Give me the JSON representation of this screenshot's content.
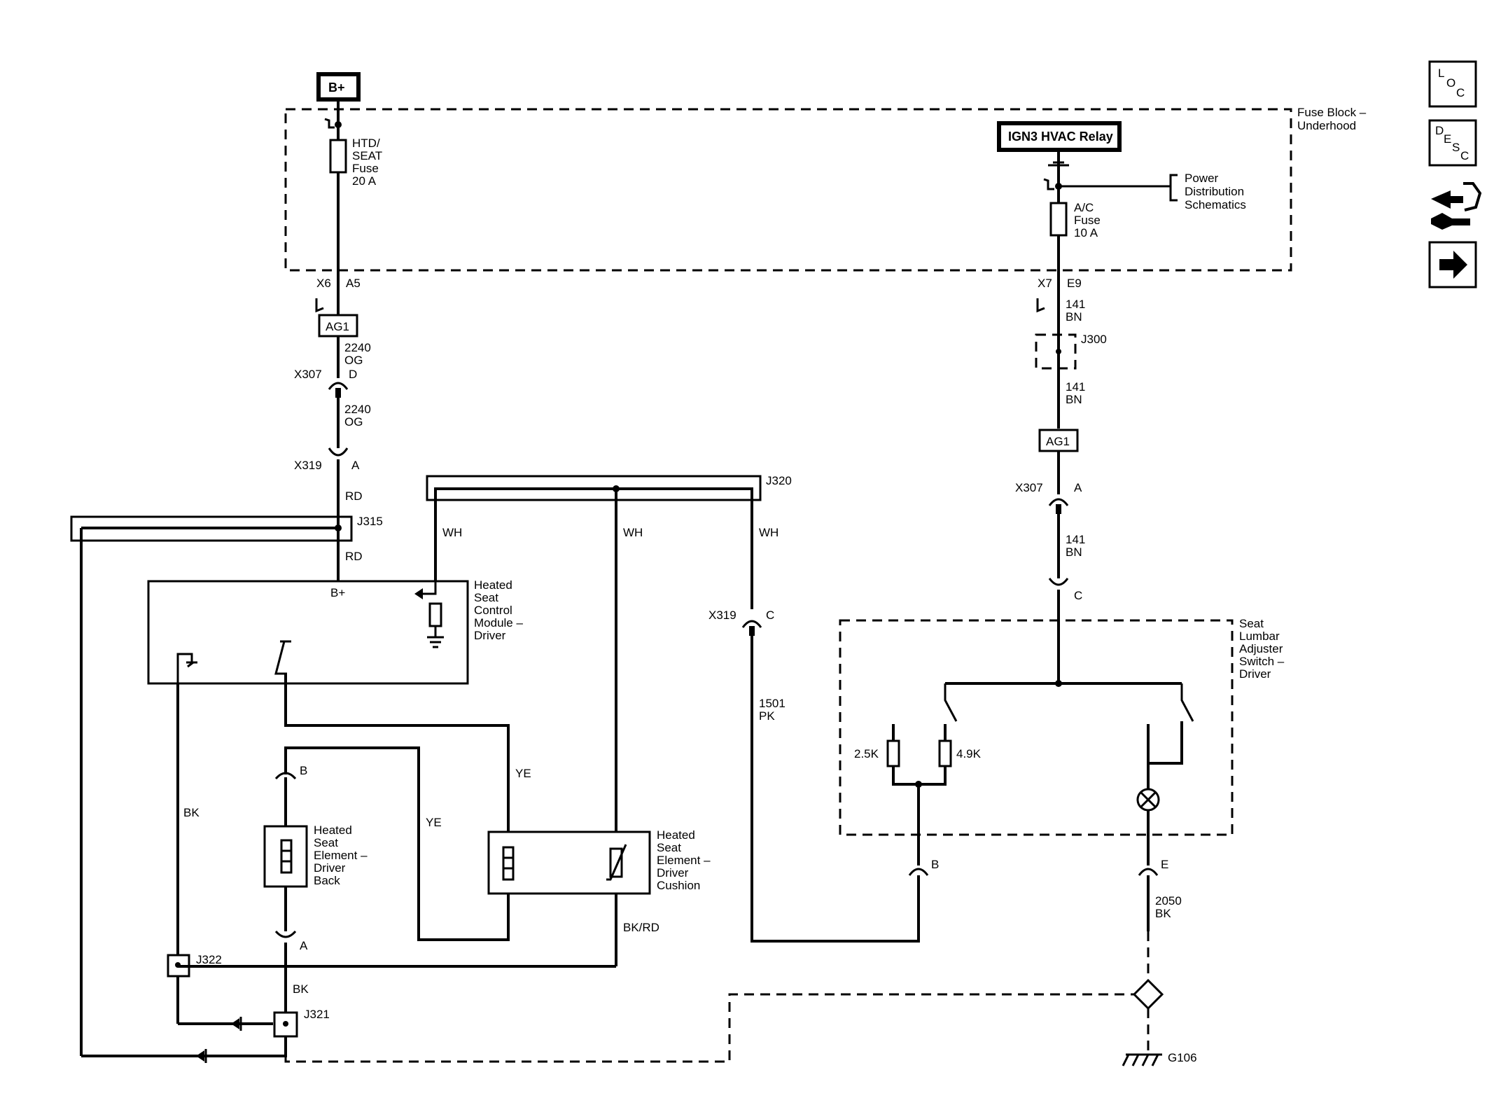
{
  "power_top": {
    "battery": "B+",
    "fuse_htd": [
      "HTD/",
      "SEAT",
      "Fuse",
      "20 A"
    ],
    "fuse_block": [
      "Fuse Block –",
      "Underhood"
    ],
    "relay": "IGN3 HVAC Relay",
    "power_dist": [
      "Power",
      "Distribution",
      "Schematics"
    ],
    "fuse_ac": [
      "A/C",
      "Fuse",
      "10 A"
    ]
  },
  "left_circuit": {
    "x6": "X6",
    "a5": "A5",
    "ag1": "AG1",
    "wire_2240_og_1": [
      "2240",
      "OG"
    ],
    "x307": "X307",
    "d": "D",
    "wire_2240_og_2": [
      "2240",
      "OG"
    ],
    "x319": "X319",
    "a": "A",
    "rd1": "RD",
    "j315": "J315",
    "rd2": "RD",
    "j320": "J320",
    "wh1": "WH",
    "wh2": "WH",
    "wh3": "WH",
    "module_bplus": "B+",
    "module": [
      "Heated",
      "Seat",
      "Control",
      "Module –",
      "Driver"
    ],
    "x319_c": "X319",
    "c": "C",
    "wire_1501": [
      "1501",
      "PK"
    ],
    "bk": "BK",
    "ye1": "YE",
    "ye2": "YE",
    "b_pin": "B",
    "element_back": [
      "Heated",
      "Seat",
      "Element –",
      "Driver",
      "Back"
    ],
    "element_cushion": [
      "Heated",
      "Seat",
      "Element –",
      "Driver",
      "Cushion"
    ],
    "a_pin": "A",
    "bkrd": "BK/RD",
    "j322": "J322",
    "bk2": "BK",
    "j321": "J321"
  },
  "right_circuit": {
    "x7": "X7",
    "e9": "E9",
    "wire_141_1": [
      "141",
      "BN"
    ],
    "j300": "J300",
    "wire_141_2": [
      "141",
      "BN"
    ],
    "ag1": "AG1",
    "x307": "X307",
    "a": "A",
    "wire_141_3": [
      "141",
      "BN"
    ],
    "c": "C",
    "switch": [
      "Seat",
      "Lumbar",
      "Adjuster",
      "Switch –",
      "Driver"
    ],
    "r1": "2.5K",
    "r2": "4.9K",
    "b": "B",
    "e": "E",
    "wire_2050": [
      "2050",
      "BK"
    ],
    "ground": "G106"
  },
  "side_icons": [
    {
      "name": "loc-icon",
      "letters": [
        "L",
        "O",
        "C"
      ]
    },
    {
      "name": "desc-icon",
      "letters": [
        "D",
        "E",
        "S",
        "C"
      ]
    },
    {
      "name": "connector-tool-icon"
    },
    {
      "name": "next-arrow-icon"
    }
  ]
}
